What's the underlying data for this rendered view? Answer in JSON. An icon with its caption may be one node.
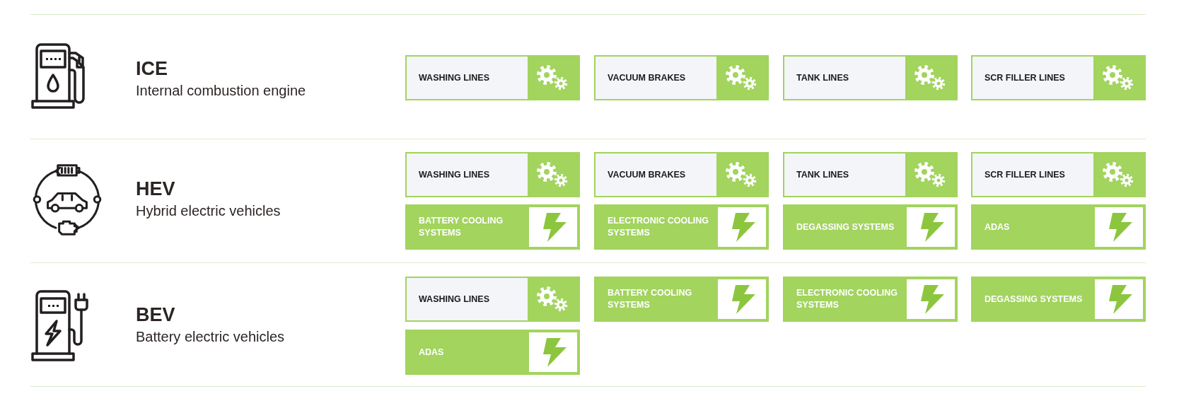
{
  "diagram": {
    "nodes": [
      {
        "text": [
          "ICE",
          "Internal combustion engine"
        ]
      },
      {
        "text": [
          "WASHING LINES"
        ],
        "in": 0
      },
      {
        "text": [
          "VACUUM BRAKES"
        ],
        "in": 0
      },
      {
        "text": [
          "TANK LINES"
        ],
        "in": 0
      },
      {
        "text": [
          "SCR FILLER LINES"
        ],
        "in": 0
      },
      {
        "text": [
          "HEV",
          "Hybrid electric vehicles"
        ]
      },
      {
        "text": [
          "WASHING LINES"
        ],
        "in": 5
      },
      {
        "text": [
          "VACUUM BRAKES"
        ],
        "in": 5
      },
      {
        "text": [
          "TANK LINES"
        ],
        "in": 5
      },
      {
        "text": [
          "SCR FILLER LINES"
        ],
        "in": 5
      },
      {
        "text": [
          "BATTERY COOLING SYSTEMS"
        ],
        "in": 5
      },
      {
        "text": [
          "ELECTRONIC COOLING SYSTEMS"
        ],
        "in": 5
      },
      {
        "text": [
          "DEGASSING SYSTEMS"
        ],
        "in": 5
      },
      {
        "text": [
          "ADAS"
        ],
        "in": 5
      },
      {
        "text": [
          "BEV",
          "Battery electric vehicles"
        ]
      },
      {
        "text": [
          "WASHING LINES"
        ],
        "in": 14
      },
      {
        "text": [
          "BATTERY COOLING SYSTEMS"
        ],
        "in": 14
      },
      {
        "text": [
          "ELECTRONIC COOLING SYSTEMS"
        ],
        "in": 14
      },
      {
        "text": [
          "DEGASSING SYSTEMS"
        ],
        "in": 14
      },
      {
        "text": [
          "ADAS"
        ],
        "in": 14
      }
    ]
  }
}
